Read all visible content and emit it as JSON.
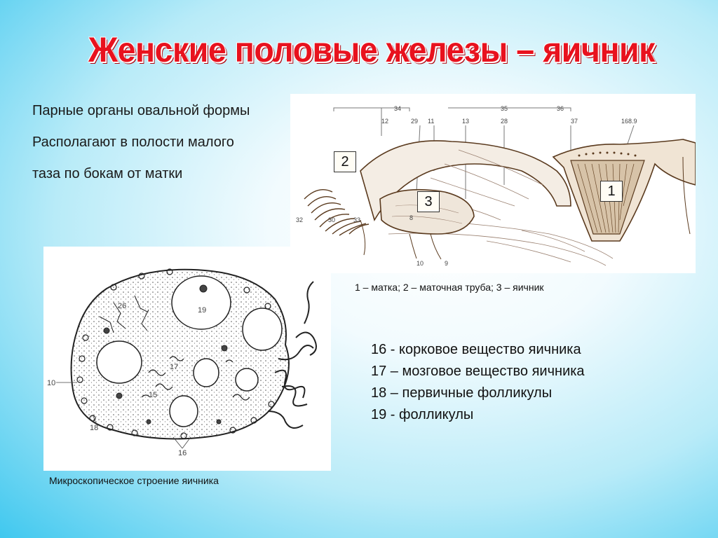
{
  "slide": {
    "title": "Женские половые железы – яичник",
    "intro_lines": [
      "Парные органы  овальной формы",
      "Располагают в полости малого",
      "таза по бокам от матки"
    ]
  },
  "figure_anatomy": {
    "labels": [
      "1",
      "2",
      "3"
    ],
    "numbers": [
      "34",
      "35",
      "36",
      "12",
      "29",
      "11",
      "13",
      "28",
      "37",
      "168.9",
      "32",
      "30",
      "33",
      "8",
      "10",
      "9"
    ],
    "caption": "1 – матка; 2 – маточная труба; 3 – яичник"
  },
  "figure_micro": {
    "numbers": [
      "26",
      "19",
      "17",
      "15",
      "10",
      "18",
      "16"
    ],
    "caption": "Микроскопическое строение яичника"
  },
  "legend": [
    "16 - корковое вещество яичника",
    "17 – мозговое вещество яичника",
    "18 – первичные фолликулы",
    "19 - фолликулы"
  ]
}
